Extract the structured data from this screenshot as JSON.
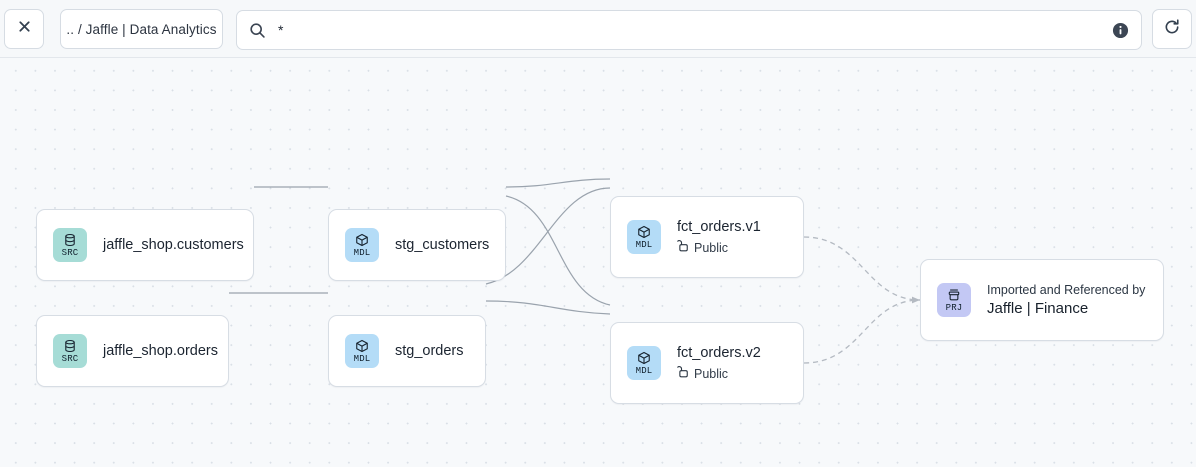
{
  "toolbar": {
    "close_icon": "close-icon",
    "breadcrumb": ".. / Jaffle | Data Analytics",
    "search": {
      "icon": "search-icon",
      "value": "*",
      "placeholder": "",
      "info_icon": "info-icon"
    },
    "refresh_icon": "refresh-icon"
  },
  "canvas": {
    "nodes": [
      {
        "id": "src-customers",
        "type": "SRC",
        "type_icon": "database-icon",
        "title": "jaffle_shop.customers"
      },
      {
        "id": "src-orders",
        "type": "SRC",
        "type_icon": "database-icon",
        "title": "jaffle_shop.orders"
      },
      {
        "id": "stg-customers",
        "type": "MDL",
        "type_icon": "cube-icon",
        "title": "stg_customers"
      },
      {
        "id": "stg-orders",
        "type": "MDL",
        "type_icon": "cube-icon",
        "title": "stg_orders"
      },
      {
        "id": "fct-orders-v1",
        "type": "MDL",
        "type_icon": "cube-icon",
        "title": "fct_orders.v1",
        "access": "Public",
        "access_icon": "unlock-icon"
      },
      {
        "id": "fct-orders-v2",
        "type": "MDL",
        "type_icon": "cube-icon",
        "title": "fct_orders.v2",
        "access": "Public",
        "access_icon": "unlock-icon"
      },
      {
        "id": "prj-finance",
        "type": "PRJ",
        "type_icon": "project-icon",
        "caption": "Imported and Referenced by",
        "title": "Jaffle | Finance"
      }
    ],
    "edges": [
      {
        "from": "src-customers",
        "to": "stg-customers",
        "style": "solid"
      },
      {
        "from": "src-orders",
        "to": "stg-orders",
        "style": "solid"
      },
      {
        "from": "stg-customers",
        "to": "fct-orders-v1",
        "style": "solid"
      },
      {
        "from": "stg-customers",
        "to": "fct-orders-v2",
        "style": "solid"
      },
      {
        "from": "stg-orders",
        "to": "fct-orders-v1",
        "style": "solid"
      },
      {
        "from": "stg-orders",
        "to": "fct-orders-v2",
        "style": "solid"
      },
      {
        "from": "fct-orders-v1",
        "to": "prj-finance",
        "style": "dashed"
      },
      {
        "from": "fct-orders-v2",
        "to": "prj-finance",
        "style": "dashed"
      }
    ]
  },
  "colors": {
    "src_badge": "#a6dcd6",
    "mdl_badge": "#b4dcf7",
    "prj_badge": "#c3c8f4",
    "canvas_bg": "#f7f9fb",
    "node_border": "#d7dde4",
    "edge": "#9aa3ad"
  }
}
